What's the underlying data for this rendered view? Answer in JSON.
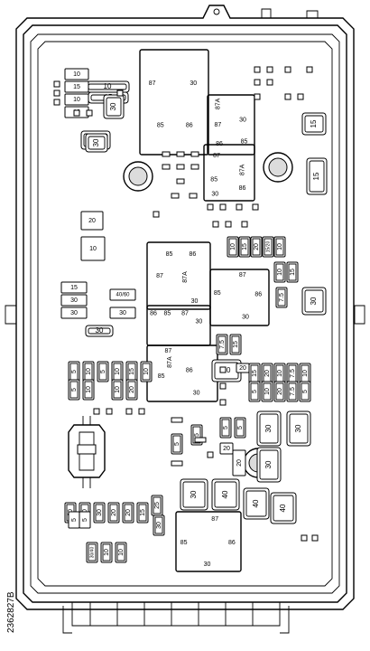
{
  "figure_id": "2362827B",
  "relays": [
    {
      "id": "r1",
      "pins": [
        "87",
        "30",
        "85",
        "86"
      ]
    },
    {
      "id": "r2",
      "pins": [
        "87",
        "30",
        "87A",
        "85",
        "86"
      ]
    },
    {
      "id": "r3",
      "pins": [
        "87",
        "85",
        "86",
        "87A",
        "30"
      ]
    },
    {
      "id": "r4",
      "pins": [
        "85",
        "86",
        "87",
        "87A",
        "30"
      ]
    },
    {
      "id": "r5",
      "pins": [
        "87",
        "86",
        "85",
        "30"
      ]
    },
    {
      "id": "r6",
      "pins": [
        "86",
        "85",
        "87",
        "30"
      ]
    },
    {
      "id": "r7",
      "pins": [
        "87",
        "87A",
        "85",
        "86",
        "30"
      ]
    },
    {
      "id": "r8",
      "pins": [
        "87",
        "85",
        "86",
        "30"
      ]
    }
  ],
  "large_fuses": [
    "10",
    "15",
    "30",
    "15",
    "20",
    "15",
    "15",
    "30",
    "30",
    "30",
    "30",
    "40",
    "40",
    "40",
    "30",
    "30",
    "30"
  ],
  "mini_fuses": [
    "10",
    "15",
    "20",
    "15/20",
    "10",
    "10",
    "7.5",
    "15",
    "5",
    "10",
    "5",
    "10",
    "15",
    "10",
    "10",
    "20",
    "5",
    "10",
    "15",
    "20",
    "10",
    "7.5",
    "10",
    "5",
    "10",
    "20",
    "7.5",
    "5",
    "7.5",
    "15",
    "5",
    "5",
    "5",
    "5",
    "20",
    "10",
    "30",
    "20",
    "20",
    "15",
    "25",
    "30",
    "30/40",
    "10",
    "10"
  ],
  "small_labels": [
    "10",
    "15",
    "10",
    "10",
    "15",
    "30",
    "30",
    "40/60",
    "30",
    "20",
    "10",
    "20",
    "20",
    "20",
    "5",
    "5"
  ]
}
